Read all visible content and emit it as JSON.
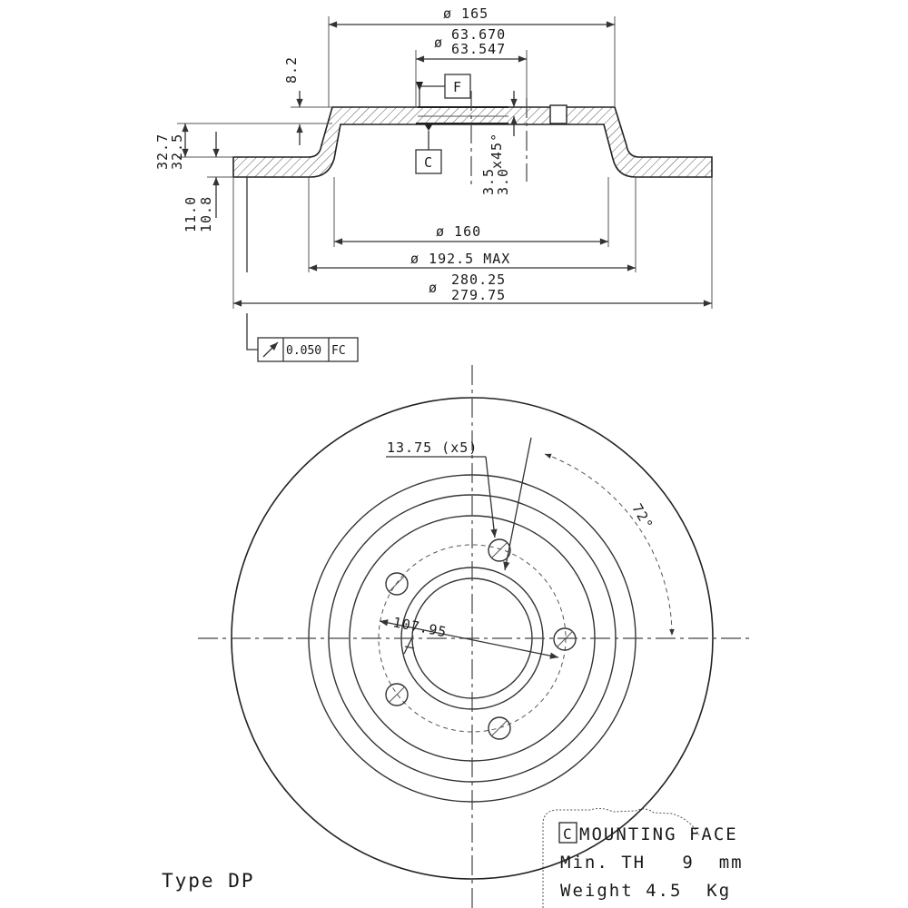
{
  "dimensions": {
    "d165": "ø 165",
    "d63_upper": "63.670",
    "d63_lower": "63.547",
    "d63_symbol": "ø",
    "h8_2": "8.2",
    "h32_7": "32.7",
    "h32_5": "32.5",
    "h11_0": "11.0",
    "h10_8": "10.8",
    "chamfer_a": "3.5",
    "chamfer_b": "3.0",
    "chamfer_angle": "x45°",
    "d160": "ø 160",
    "d192": "ø 192.5 MAX",
    "d280_upper": "280.25",
    "d280_lower": "279.75",
    "d280_symbol": "ø",
    "bolt_hole": "13.75 (x5)",
    "pcd": "107.95",
    "angle": "72°"
  },
  "datums": {
    "f_label": "F",
    "c_label": "C"
  },
  "tolerance": {
    "value": "0.050",
    "datums": "FC"
  },
  "notes": {
    "c_box": "C",
    "mounting": "MOUNTING FACE",
    "min_th": "Min. TH   9  mm",
    "weight": "Weight 4.5  Kg"
  },
  "type_label": "Type DP"
}
